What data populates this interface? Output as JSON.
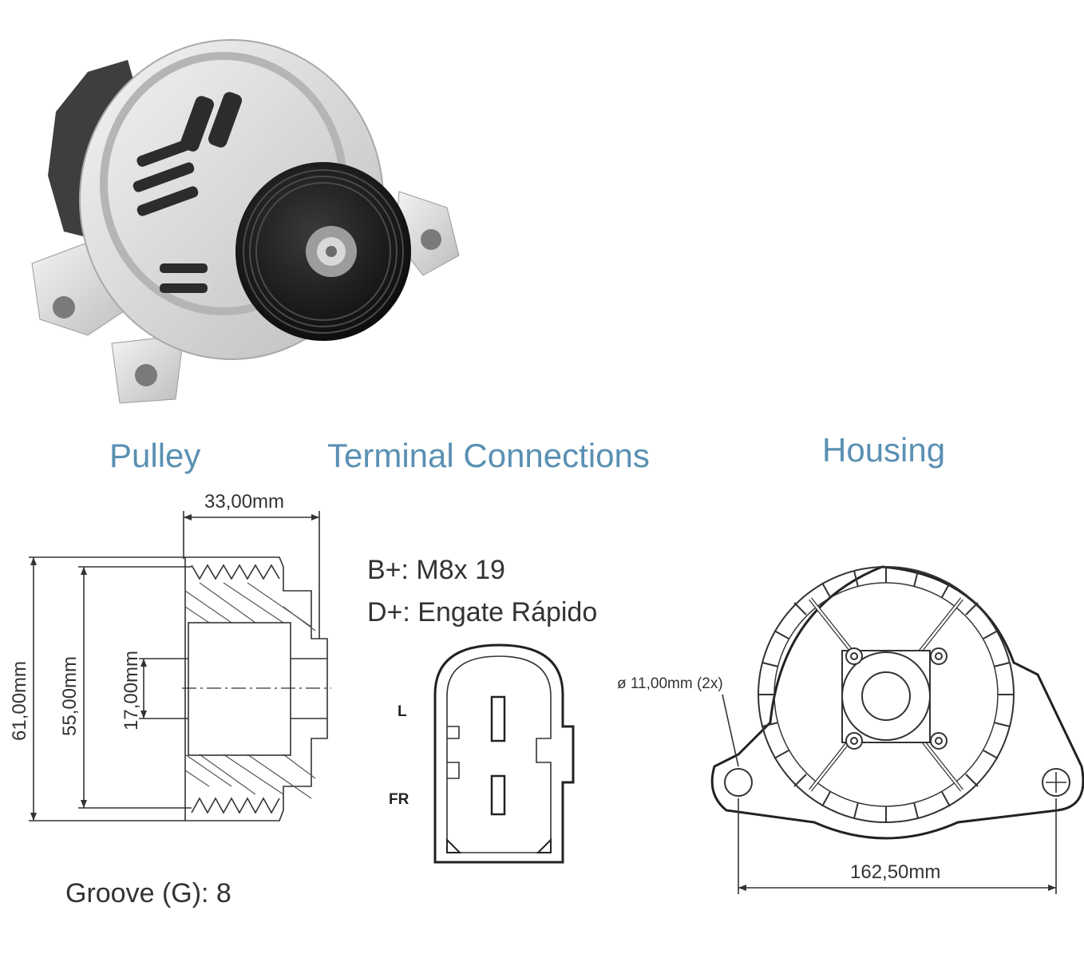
{
  "sections": {
    "pulley": "Pulley",
    "terminal": "Terminal Connections",
    "housing": "Housing"
  },
  "pulley": {
    "width": "33,00mm",
    "outer_diameter": "61,00mm",
    "groove_diameter": "55,00mm",
    "bore_diameter": "17,00mm",
    "grooves": "Groove (G): 8"
  },
  "terminal": {
    "b_plus": "B+: M8x 19",
    "d_plus": "D+: Engate Rápido",
    "pin_l": "L",
    "pin_fr": "FR"
  },
  "housing": {
    "hole": "ø 11,00mm (2x)",
    "spacing": "162,50mm"
  },
  "photo": {
    "subject": "alternator-photo",
    "colors": {
      "housing": "#dcdcdc",
      "pulley": "#1b1b1b",
      "accent": "#5a90b3"
    }
  }
}
